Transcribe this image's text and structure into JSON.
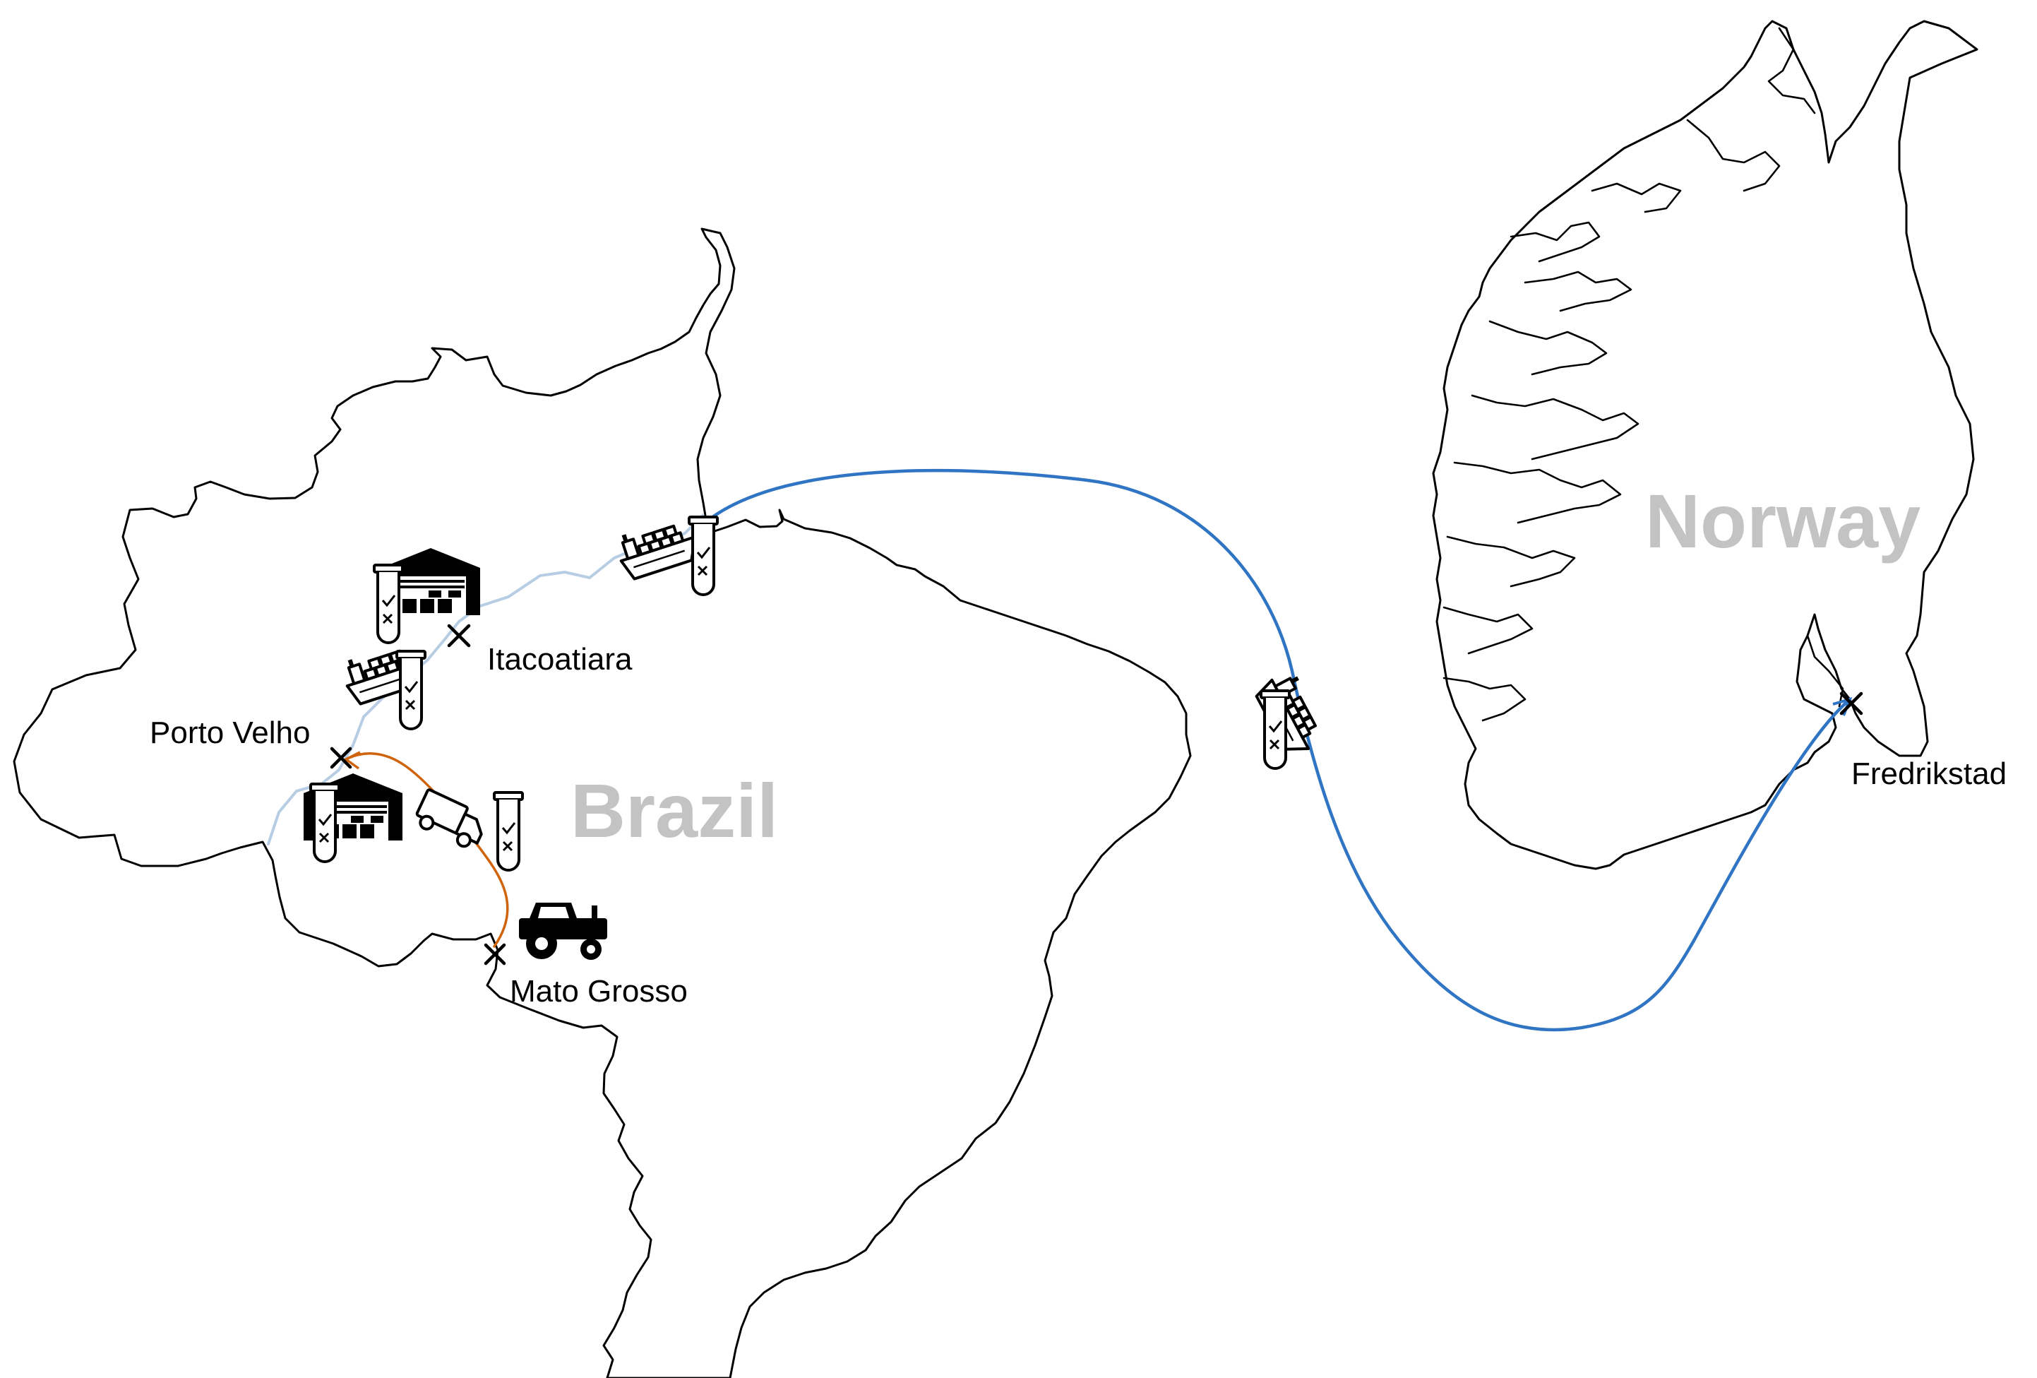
{
  "map": {
    "countries": {
      "brazil": "Brazil",
      "norway": "Norway"
    },
    "places": {
      "itacoatiara": "Itacoatiara",
      "porto_velho": "Porto Velho",
      "mato_grosso": "Mato Grosso",
      "fredrikstad": "Fredrikstad"
    },
    "icons": [
      "test-tube-icon",
      "warehouse-icon",
      "cargo-ship-icon",
      "truck-icon",
      "tractor-icon",
      "location-cross-icon"
    ],
    "colors": {
      "sea_route": "#2f75c4",
      "truck_route": "#d0640c",
      "river": "#b6cde3",
      "country_label": "#c3c3c3",
      "outline": "#000000"
    }
  }
}
